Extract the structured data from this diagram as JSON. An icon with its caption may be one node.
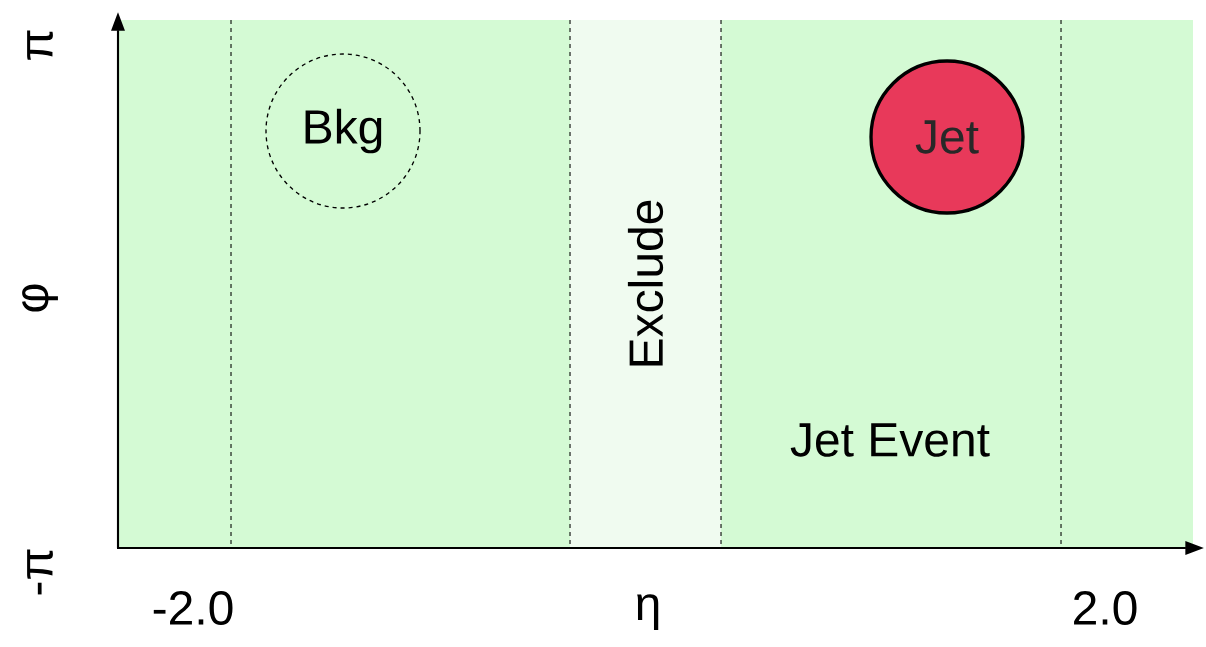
{
  "diagram": {
    "nodes": [
      {
        "text": [
          "Exclude"
        ]
      },
      {
        "text": [
          "Bkg"
        ]
      },
      {
        "text": [
          "Jet"
        ]
      }
    ],
    "labels": [
      "π",
      "φ",
      "-π",
      "Jet Event",
      "-2.0",
      "η",
      "2.0"
    ]
  }
}
